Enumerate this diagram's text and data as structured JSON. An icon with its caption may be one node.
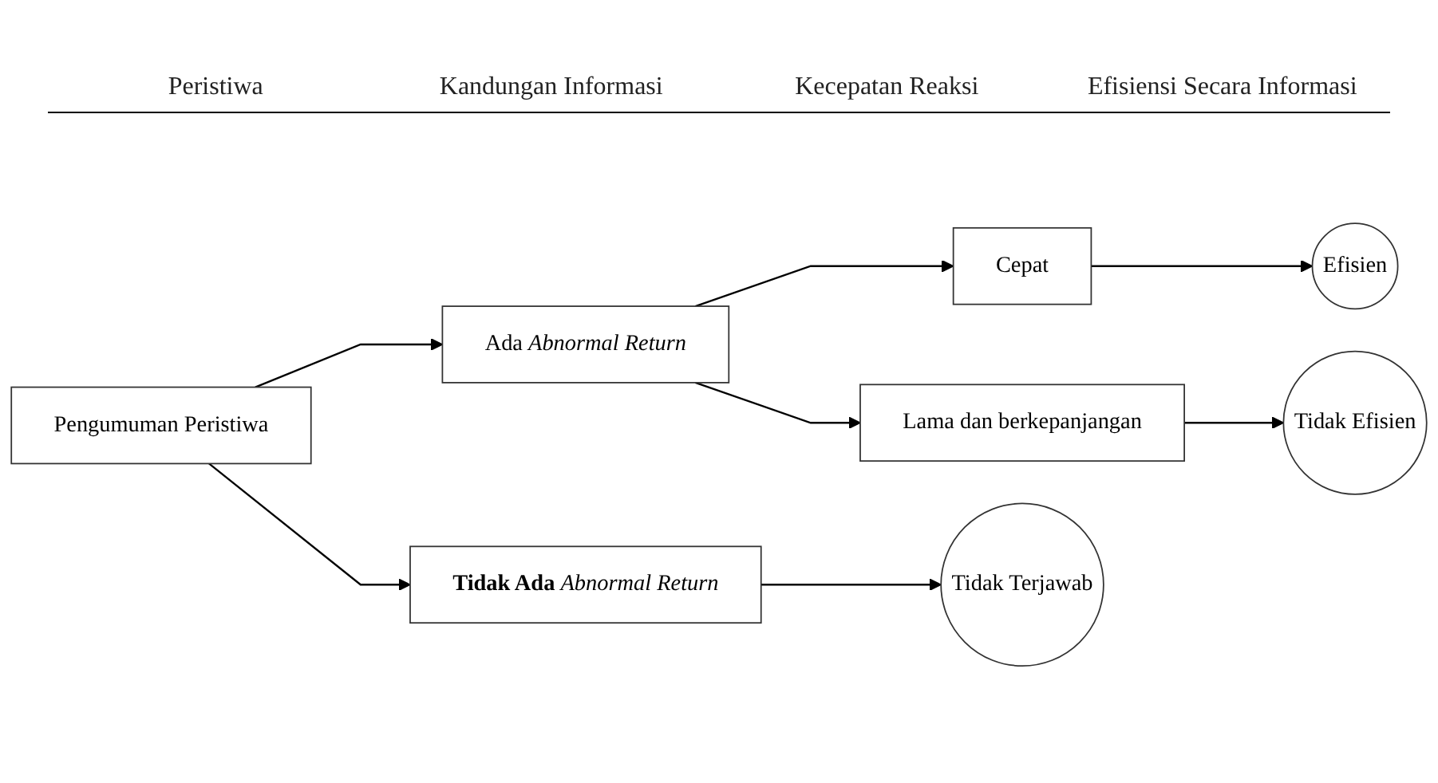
{
  "diagram": {
    "nodes": [
      {
        "text": [
          "Pengumuman Peristiwa"
        ]
      },
      {
        "text": [
          "Ada *Abnormal Return*"
        ]
      },
      {
        "text": [
          "Cepat"
        ]
      },
      {
        "text": [
          "Lama dan berkepanjangan"
        ]
      },
      {
        "text": [
          "Efisien"
        ]
      },
      {
        "text": [
          "Tidak Efisien"
        ]
      },
      {
        "text": [
          "**Tidak Ada** *Abnormal Return*"
        ]
      },
      {
        "text": [
          "Tidak Terjawab"
        ]
      }
    ],
    "edges": [
      {
        "from": 0,
        "to": 1,
        "arrow": "to"
      },
      {
        "from": 0,
        "to": 6,
        "arrow": "to"
      },
      {
        "from": 1,
        "to": 2,
        "arrow": "to"
      },
      {
        "from": 1,
        "to": 3,
        "arrow": "to"
      },
      {
        "from": 2,
        "to": 4,
        "arrow": "to"
      },
      {
        "from": 3,
        "to": 5,
        "arrow": "to"
      },
      {
        "from": 6,
        "to": 7,
        "arrow": "to"
      }
    ],
    "labels": [
      "Peristiwa",
      "Kandungan Informasi",
      "Kecepatan Reaksi",
      "Efisiensi Secara Informasi"
    ]
  }
}
